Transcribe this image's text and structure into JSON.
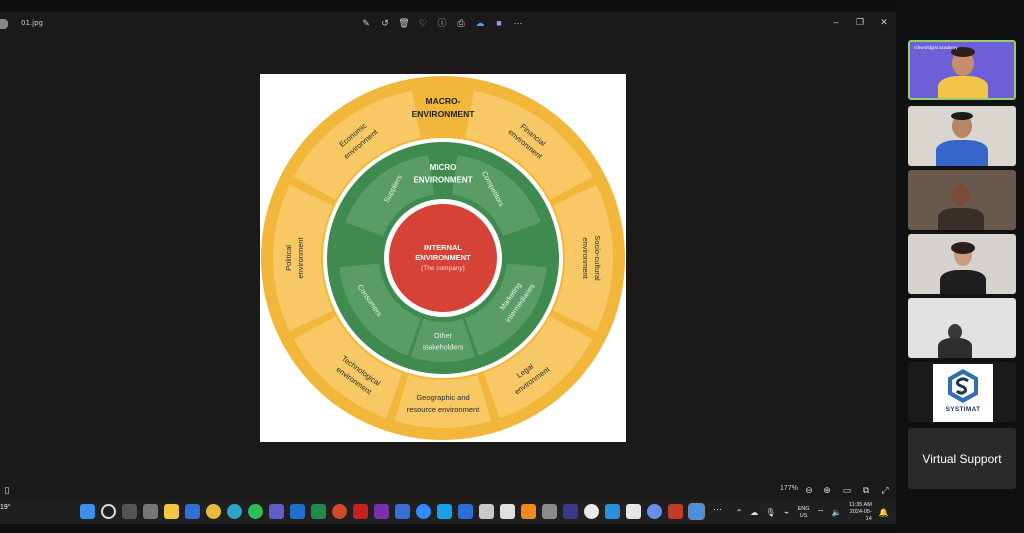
{
  "viewer": {
    "filename": "01.jpg",
    "toolbar_icons": [
      "edit-icon",
      "rotate-icon",
      "delete-icon",
      "heart-icon",
      "info-icon",
      "print-icon",
      "onedrive-icon",
      "clipchamp-icon",
      "more-icon"
    ],
    "zoom": "177%"
  },
  "diagram": {
    "outer_title_line1": "MACRO-",
    "outer_title_line2": "ENVIRONMENT",
    "outer_segments": [
      {
        "line1": "Economic",
        "line2": "environment"
      },
      {
        "line1": "Financial",
        "line2": "environment"
      },
      {
        "line1": "Socio-cultural",
        "line2": "environment"
      },
      {
        "line1": "Legal",
        "line2": "environment"
      },
      {
        "line1": "Geographic and",
        "line2": "resource environment"
      },
      {
        "line1": "Technological",
        "line2": "environment"
      },
      {
        "line1": "Political",
        "line2": "environment"
      }
    ],
    "micro_title_line1": "MICRO",
    "micro_title_line2": "ENVIRONMENT",
    "micro_segments": [
      {
        "line1": "Suppliers",
        "line2": ""
      },
      {
        "line1": "Competitors",
        "line2": ""
      },
      {
        "line1": "Marketing",
        "line2": "intermediaries"
      },
      {
        "line1": "Other",
        "line2": "stakeholders"
      },
      {
        "line1": "Consumers",
        "line2": ""
      }
    ],
    "center_line1": "INTERNAL",
    "center_line2": "ENVIRONMENT",
    "center_line3": "(The company)",
    "colors": {
      "macro": "#f2b63b",
      "macro_cell": "#f7c864",
      "micro": "#3f8a4f",
      "micro_cell": "#5a9c66",
      "center": "#d64235"
    }
  },
  "taskbar": {
    "left_widget": "19°",
    "lang_line1": "ENG",
    "lang_line2": "US",
    "time": "11:35 AM",
    "date": "2024-05-14"
  },
  "participants": {
    "brand_label": "rchworldgist academy",
    "logo_label": "SYSTIMAT",
    "virtual_support": "Virtual Support"
  }
}
